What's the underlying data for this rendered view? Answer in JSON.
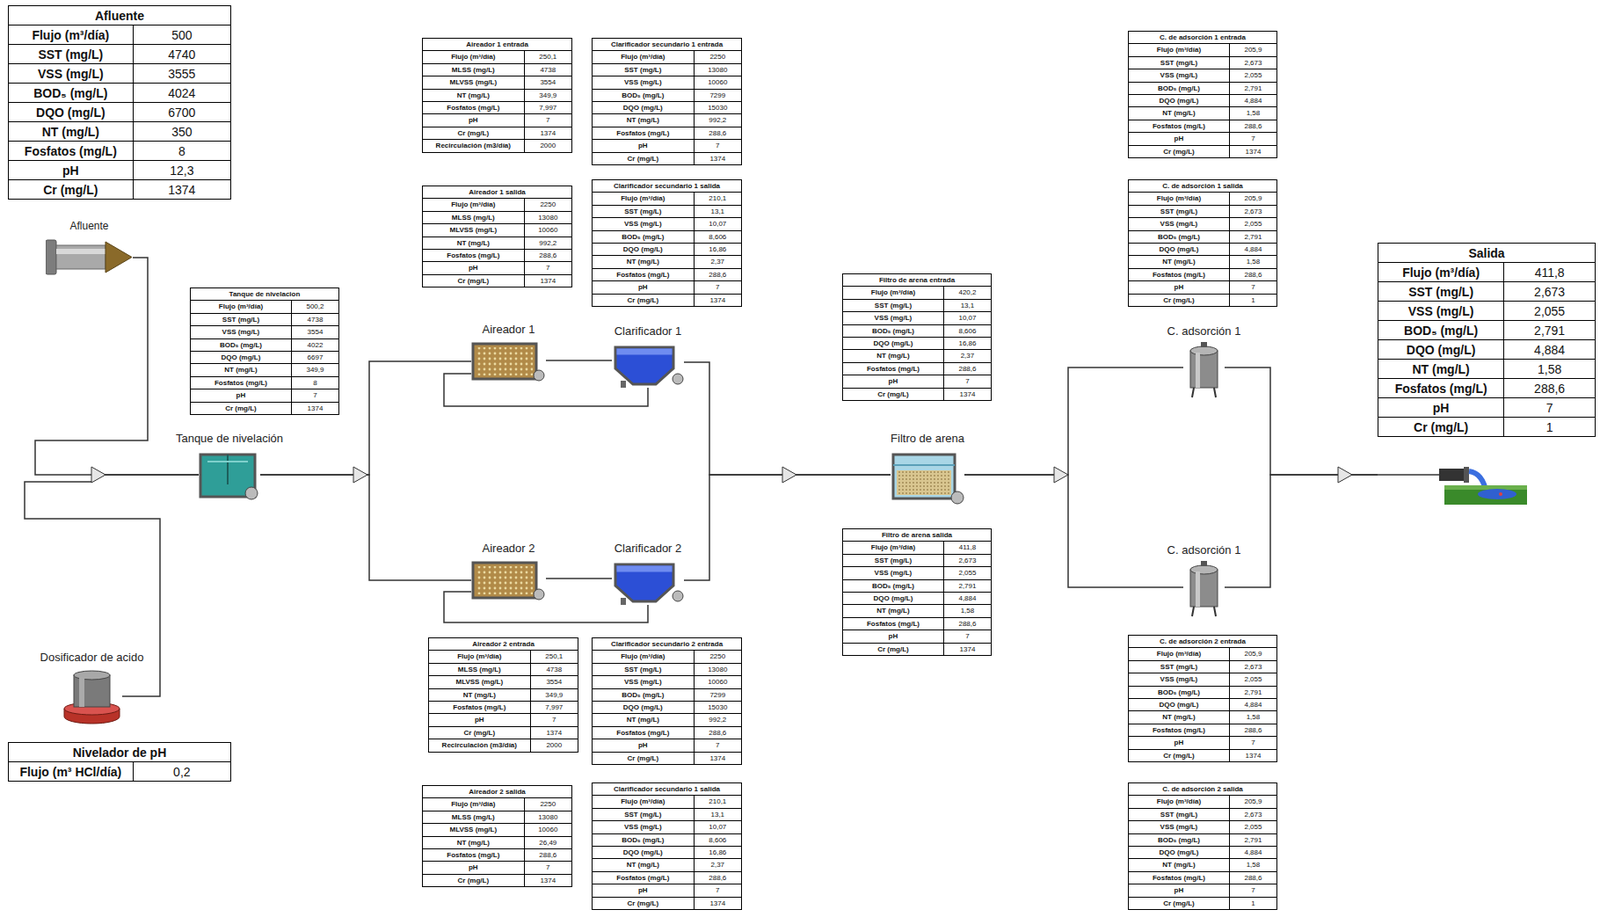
{
  "diagram": {
    "nodes": [
      {
        "text": [
          "Afluente",
          "Flujo (m³/día)",
          "500",
          "SST (mg/L)",
          "4740",
          "VSS (mg/L)",
          "3555",
          "BOD₅ (mg/L)",
          "4024",
          "DQO (mg/L)",
          "6700",
          "NT (mg/L)",
          "350",
          "Fosfatos (mg/L)",
          "8",
          "pH",
          "12,3",
          "Cr (mg/L)",
          "1374"
        ]
      },
      {
        "text": [
          "Afluente"
        ]
      },
      {
        "text": [
          "Tanque de nivelacion",
          "Flujo (m³/día)",
          "500,2",
          "SST (mg/L)",
          "4738",
          "VSS (mg/L)",
          "3554",
          "BOD₅ (mg/L)",
          "4022",
          "DQO (mg/L)",
          "6697",
          "NT (mg/L)",
          "349,9",
          "Fosfatos (mg/L)",
          "8",
          "pH",
          "7",
          "Cr (mg/L)",
          "1374"
        ]
      },
      {
        "text": [
          "Tanque de nivelación"
        ]
      },
      {
        "text": [
          "Dosificador de acido"
        ]
      },
      {
        "text": [
          "Nivelador de pH",
          "Flujo (m³ HCl/día)",
          "0,2"
        ]
      },
      {
        "text": [
          "Aireador 1 entrada",
          "Flujo (m³/día)",
          "250,1",
          "MLSS (mg/L)",
          "4738",
          "MLVSS (mg/L)",
          "3554",
          "NT (mg/L)",
          "349,9",
          "Fosfatos (mg/L)",
          "7,997",
          "pH",
          "7",
          "Cr (mg/L)",
          "1374",
          "Recirculación (m3/día)",
          "2000"
        ]
      },
      {
        "text": [
          "Aireador 1 salida",
          "Flujo (m³/día)",
          "2250",
          "MLSS (mg/L)",
          "13080",
          "MLVSS (mg/L)",
          "10060",
          "NT (mg/L)",
          "992,2",
          "Fosfatos (mg/L)",
          "288,6",
          "pH",
          "7",
          "Cr (mg/L)",
          "1374"
        ]
      },
      {
        "text": [
          "Clarificador secundario 1 entrada",
          "Flujo (m³/día)",
          "2250",
          "SST (mg/L)",
          "13080",
          "VSS (mg/L)",
          "10060",
          "BOD₅ (mg/L)",
          "7299",
          "DQO (mg/L)",
          "15030",
          "NT (mg/L)",
          "992,2",
          "Fosfatos (mg/L)",
          "288,6",
          "pH",
          "7",
          "Cr (mg/L)",
          "1374"
        ]
      },
      {
        "text": [
          "Clarificador secundario 1 salida",
          "Flujo (m³/día)",
          "210,1",
          "SST (mg/L)",
          "13,1",
          "VSS (mg/L)",
          "10,07",
          "BOD₅ (mg/L)",
          "8,606",
          "DQO (mg/L)",
          "16,86",
          "NT (mg/L)",
          "2,37",
          "Fosfatos (mg/L)",
          "288,6",
          "pH",
          "7",
          "Cr (mg/L)",
          "1374"
        ]
      },
      {
        "text": [
          "Aireador 1"
        ]
      },
      {
        "text": [
          "Clarificador 1"
        ]
      },
      {
        "text": [
          "Aireador 2"
        ]
      },
      {
        "text": [
          "Clarificador 2"
        ]
      },
      {
        "text": [
          "Aireador 2 entrada",
          "Flujo (m³/día)",
          "250,1",
          "MLSS (mg/L)",
          "4738",
          "MLVSS (mg/L)",
          "3554",
          "NT (mg/L)",
          "349,9",
          "Fosfatos (mg/L)",
          "7,997",
          "pH",
          "7",
          "Cr (mg/L)",
          "1374",
          "Recirculación (m3/día)",
          "2000"
        ]
      },
      {
        "text": [
          "Clarificador secundario 2 entrada",
          "Flujo (m³/día)",
          "2250",
          "SST (mg/L)",
          "13080",
          "VSS (mg/L)",
          "10060",
          "BOD₅ (mg/L)",
          "7299",
          "DQO (mg/L)",
          "15030",
          "NT (mg/L)",
          "992,2",
          "Fosfatos (mg/L)",
          "288,6",
          "pH",
          "7",
          "Cr (mg/L)",
          "1374"
        ]
      },
      {
        "text": [
          "Aireador 2 salida",
          "Flujo (m³/día)",
          "2250",
          "MLSS (mg/L)",
          "13080",
          "MLVSS (mg/L)",
          "10060",
          "NT (mg/L)",
          "26,49",
          "Fosfatos (mg/L)",
          "288,6",
          "pH",
          "7",
          "Cr (mg/L)",
          "1374"
        ]
      },
      {
        "text": [
          "Clarificador secundario 1 salida",
          "Flujo (m³/día)",
          "210,1",
          "SST (mg/L)",
          "13,1",
          "VSS (mg/L)",
          "10,07",
          "BOD₅ (mg/L)",
          "8,606",
          "DQO (mg/L)",
          "16,86",
          "NT (mg/L)",
          "2,37",
          "Fosfatos (mg/L)",
          "288,6",
          "pH",
          "7",
          "Cr (mg/L)",
          "1374"
        ]
      },
      {
        "text": [
          "Filtro de arena entrada",
          "Flujo (m³/día)",
          "420,2",
          "SST (mg/L)",
          "13,1",
          "VSS (mg/L)",
          "10,07",
          "BOD₅ (mg/L)",
          "8,606",
          "DQO (mg/L)",
          "16,86",
          "NT (mg/L)",
          "2,37",
          "Fosfatos (mg/L)",
          "288,6",
          "pH",
          "7",
          "Cr (mg/L)",
          "1374"
        ]
      },
      {
        "text": [
          "Filtro de arena"
        ]
      },
      {
        "text": [
          "Filtro de arena salida",
          "Flujo (m³/día)",
          "411,8",
          "SST (mg/L)",
          "2,673",
          "VSS (mg/L)",
          "2,055",
          "BOD₅ (mg/L)",
          "2,791",
          "DQO (mg/L)",
          "4,884",
          "NT (mg/L)",
          "1,58",
          "Fosfatos (mg/L)",
          "288,6",
          "pH",
          "7",
          "Cr (mg/L)",
          "1374"
        ]
      },
      {
        "text": [
          "C. de adsorción 1 entrada",
          "Flujo (m³/día)",
          "205,9",
          "SST (mg/L)",
          "2,673",
          "VSS (mg/L)",
          "2,055",
          "BOD₅ (mg/L)",
          "2,791",
          "DQO (mg/L)",
          "4,884",
          "NT (mg/L)",
          "1,58",
          "Fosfatos (mg/L)",
          "288,6",
          "pH",
          "7",
          "Cr (mg/L)",
          "1374"
        ]
      },
      {
        "text": [
          "C. de adsorción 1 salida",
          "Flujo (m³/día)",
          "205,9",
          "SST (mg/L)",
          "2,673",
          "VSS (mg/L)",
          "2,055",
          "BOD₅ (mg/L)",
          "2,791",
          "DQO (mg/L)",
          "4,884",
          "NT (mg/L)",
          "1,58",
          "Fosfatos (mg/L)",
          "288,6",
          "pH",
          "7",
          "Cr (mg/L)",
          "1"
        ]
      },
      {
        "text": [
          "C. adsorción 1"
        ]
      },
      {
        "text": [
          "C. adsorción 1"
        ]
      },
      {
        "text": [
          "C. de adsorción 2 entrada",
          "Flujo (m³/día)",
          "205,9",
          "SST (mg/L)",
          "2,673",
          "VSS (mg/L)",
          "2,055",
          "BOD₅ (mg/L)",
          "2,791",
          "DQO (mg/L)",
          "4,884",
          "NT (mg/L)",
          "1,58",
          "Fosfatos (mg/L)",
          "288,6",
          "pH",
          "7",
          "Cr (mg/L)",
          "1374"
        ]
      },
      {
        "text": [
          "C. de adsorción 2 salida",
          "Flujo (m³/día)",
          "205,9",
          "SST (mg/L)",
          "2,673",
          "VSS (mg/L)",
          "2,055",
          "BOD₅ (mg/L)",
          "2,791",
          "DQO (mg/L)",
          "4,884",
          "NT (mg/L)",
          "1,58",
          "Fosfatos (mg/L)",
          "288,6",
          "pH",
          "7",
          "Cr (mg/L)",
          "1"
        ]
      },
      {
        "text": [
          "Salida",
          "Flujo (m³/día)",
          "411,8",
          "SST (mg/L)",
          "2,673",
          "VSS (mg/L)",
          "2,055",
          "BOD₅ (mg/L)",
          "2,791",
          "DQO (mg/L)",
          "4,884",
          "NT (mg/L)",
          "1,58",
          "Fosfatos (mg/L)",
          "288,6",
          "pH",
          "7",
          "Cr (mg/L)",
          "1"
        ]
      }
    ],
    "edges": [
      {
        "from": 1,
        "to": 3,
        "arrow": "none"
      },
      {
        "from": 4,
        "to": 3,
        "arrow": "none"
      },
      {
        "from": 3,
        "to": 10,
        "arrow": "none"
      },
      {
        "from": 3,
        "to": 12,
        "arrow": "none"
      },
      {
        "from": 10,
        "to": 11,
        "arrow": "none"
      },
      {
        "from": 11,
        "to": 10,
        "arrow": "none"
      },
      {
        "from": 12,
        "to": 13,
        "arrow": "none"
      },
      {
        "from": 13,
        "to": 12,
        "arrow": "none"
      },
      {
        "from": 11,
        "to": 19,
        "arrow": "none"
      },
      {
        "from": 13,
        "to": 19,
        "arrow": "none"
      },
      {
        "from": 19,
        "to": 23,
        "arrow": "none"
      },
      {
        "from": 19,
        "to": 24,
        "arrow": "none"
      },
      {
        "from": 23,
        "to": 27,
        "arrow": "none"
      },
      {
        "from": 24,
        "to": 27,
        "arrow": "none"
      }
    ]
  }
}
